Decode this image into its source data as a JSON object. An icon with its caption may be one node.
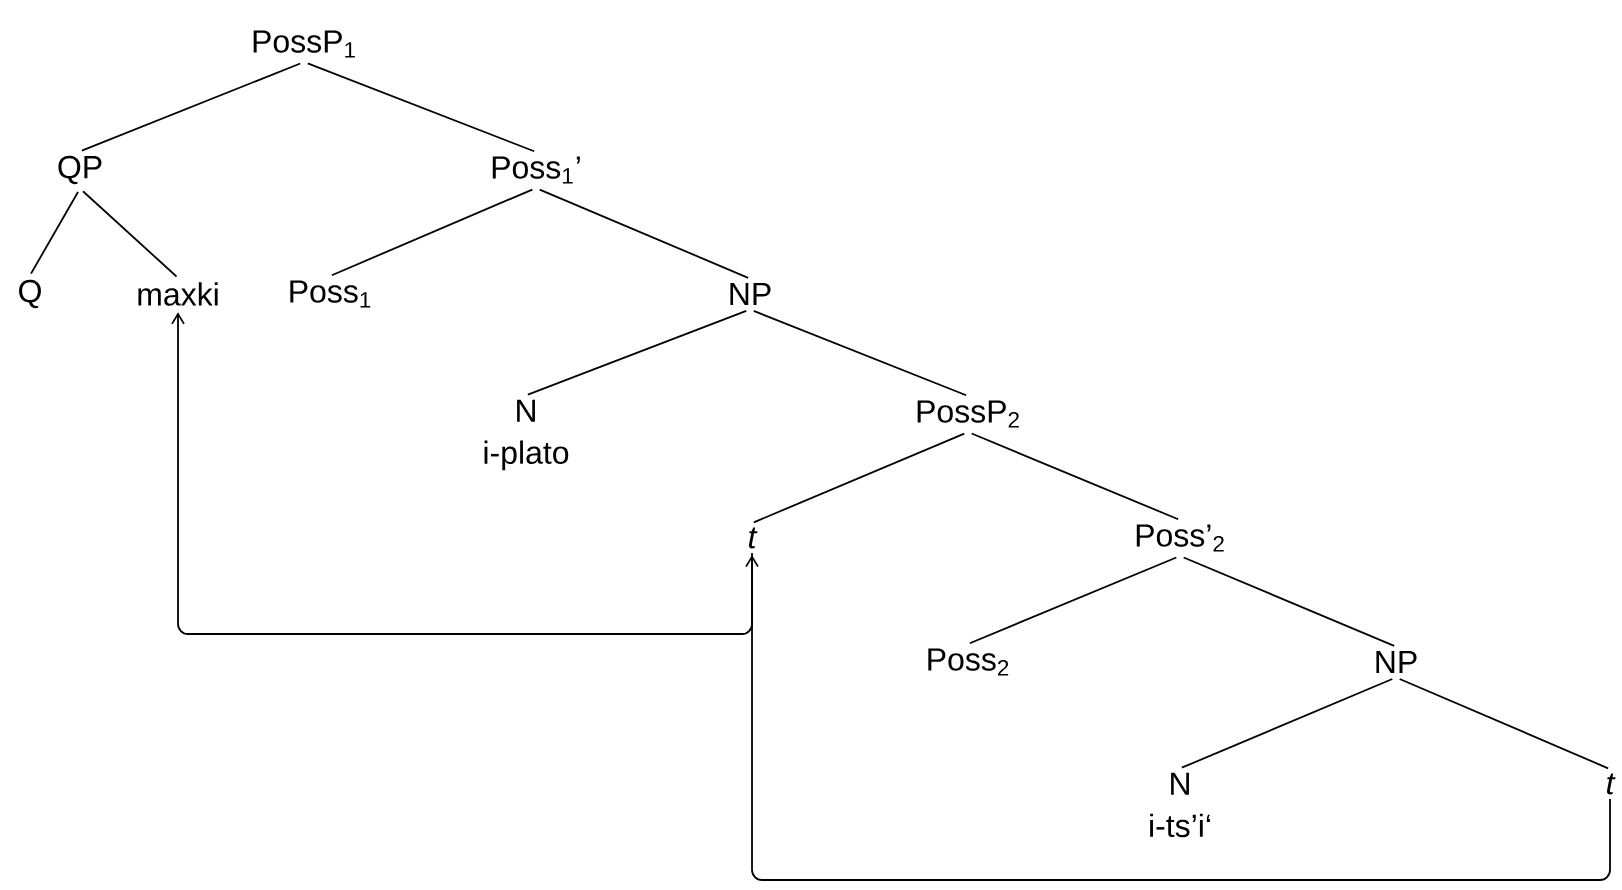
{
  "diagram": {
    "nodes": [
      {
        "text": [
          "PossP$_{1}$"
        ]
      },
      {
        "text": [
          "QP"
        ]
      },
      {
        "text": [
          "Poss$_{1}$’"
        ]
      },
      {
        "text": [
          "Q"
        ]
      },
      {
        "text": [
          "maxki"
        ]
      },
      {
        "text": [
          "Poss$_{1}$"
        ]
      },
      {
        "text": [
          "NP"
        ]
      },
      {
        "text": [
          "N",
          "i-plato"
        ]
      },
      {
        "text": [
          "PossP$_{2}$"
        ]
      },
      {
        "text": [
          "t"
        ]
      },
      {
        "text": [
          "Poss’$_{2}$"
        ]
      },
      {
        "text": [
          "Poss$_{2}$"
        ]
      },
      {
        "text": [
          "NP"
        ]
      },
      {
        "text": [
          "N",
          "i-ts’i‘"
        ]
      },
      {
        "text": [
          "t"
        ]
      }
    ],
    "edges": [
      {
        "from": 0,
        "to": 1,
        "arrow": "none"
      },
      {
        "from": 0,
        "to": 2,
        "arrow": "none"
      },
      {
        "from": 1,
        "to": 3,
        "arrow": "none"
      },
      {
        "from": 1,
        "to": 4,
        "arrow": "none"
      },
      {
        "from": 2,
        "to": 5,
        "arrow": "none"
      },
      {
        "from": 2,
        "to": 6,
        "arrow": "none"
      },
      {
        "from": 6,
        "to": 7,
        "arrow": "none"
      },
      {
        "from": 6,
        "to": 8,
        "arrow": "none"
      },
      {
        "from": 8,
        "to": 9,
        "arrow": "none"
      },
      {
        "from": 8,
        "to": 10,
        "arrow": "none"
      },
      {
        "from": 10,
        "to": 11,
        "arrow": "none"
      },
      {
        "from": 10,
        "to": 12,
        "arrow": "none"
      },
      {
        "from": 12,
        "to": 13,
        "arrow": "none"
      },
      {
        "from": 12,
        "to": 14,
        "arrow": "none"
      },
      {
        "from": 9,
        "to": 4,
        "arrow": "to"
      },
      {
        "from": 14,
        "to": 9,
        "arrow": "to"
      }
    ]
  }
}
